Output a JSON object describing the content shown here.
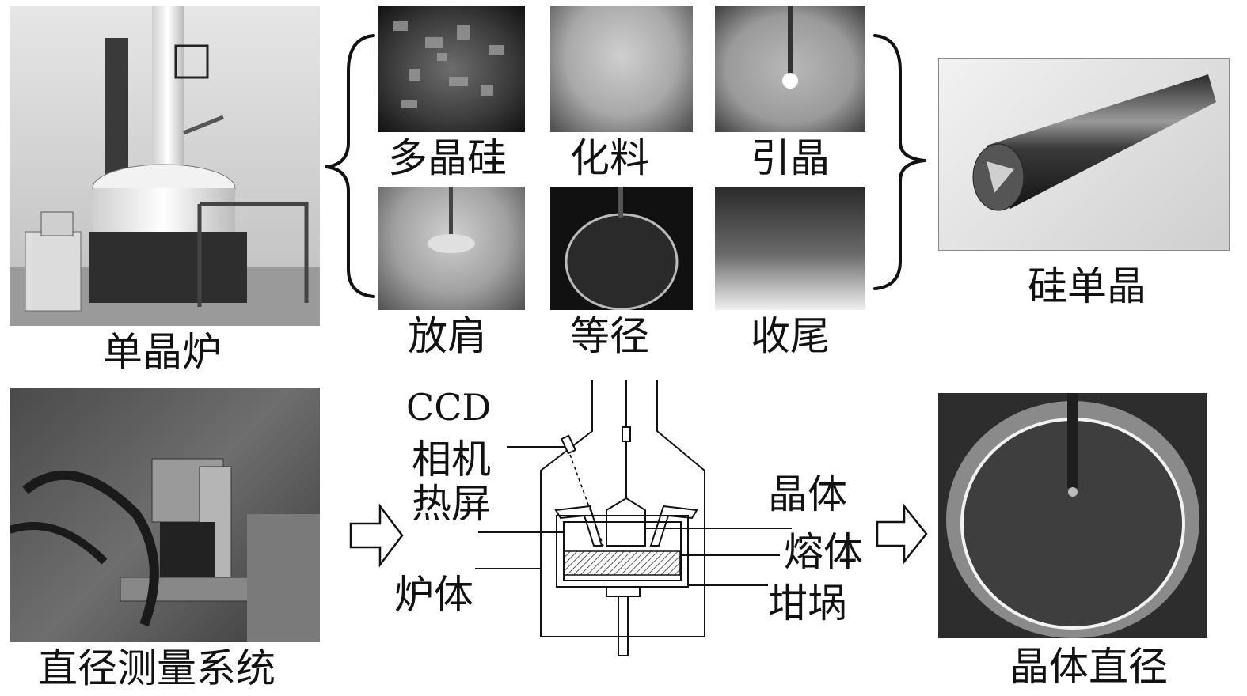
{
  "furnace": {
    "label": "单晶炉"
  },
  "process": {
    "steps": [
      {
        "label": "多晶硅"
      },
      {
        "label": "化料"
      },
      {
        "label": "引晶"
      },
      {
        "label": "放肩"
      },
      {
        "label": "等径"
      },
      {
        "label": "收尾"
      }
    ]
  },
  "ingot": {
    "label": "硅单晶"
  },
  "measurement": {
    "label": "直径测量系统"
  },
  "schematic": {
    "ccd": "CCD",
    "camera": "相机",
    "heat_shield": "热屏",
    "furnace_body": "炉体",
    "crystal": "晶体",
    "melt": "熔体",
    "crucible": "坩埚"
  },
  "diameter": {
    "label": "晶体直径"
  }
}
